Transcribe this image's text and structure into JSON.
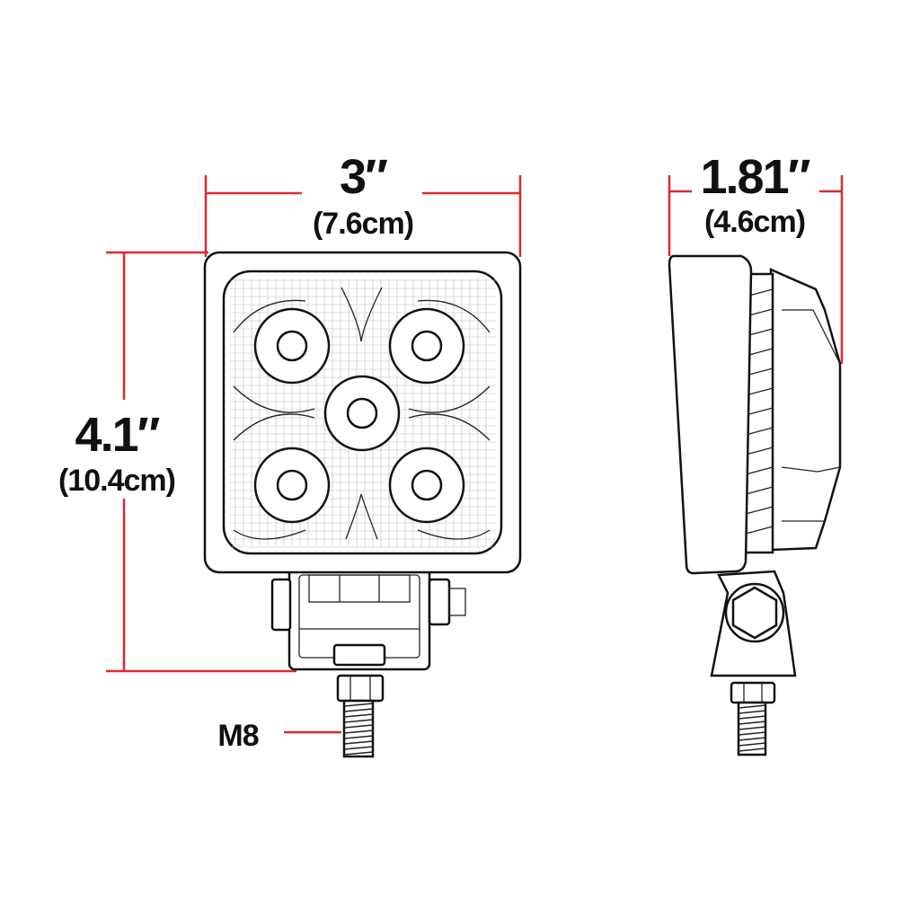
{
  "colors": {
    "dimension_line": "#e0282e",
    "outline": "#111111"
  },
  "front_view": {
    "width": {
      "inches": "3″",
      "cm": "(7.6cm)"
    },
    "height": {
      "inches": "4.1″",
      "cm": "(10.4cm)"
    },
    "bolt_label": "M8"
  },
  "side_view": {
    "depth": {
      "inches": "1.81″",
      "cm": "(4.6cm)"
    }
  }
}
